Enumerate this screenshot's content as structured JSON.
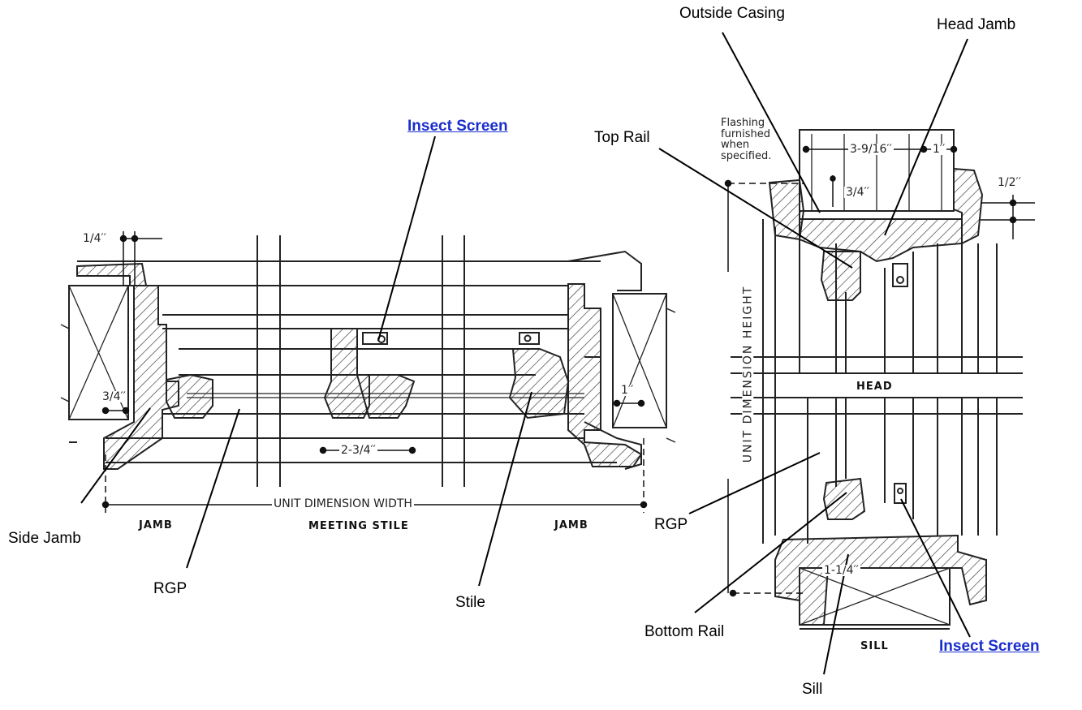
{
  "callouts": {
    "outside_casing": "Outside Casing",
    "head_jamb": "Head Jamb",
    "insect_screen_top": "Insect Screen",
    "top_rail": "Top Rail",
    "side_jamb": "Side Jamb",
    "rgp_left": "RGP",
    "stile": "Stile",
    "rgp_right": "RGP",
    "bottom_rail": "Bottom Rail",
    "insect_screen_bottom": "Insect Screen",
    "sill": "Sill"
  },
  "dimensions": {
    "quarter_inch": "1/4′′",
    "three_quarter_left": "3/4′′",
    "one_inch_jamb": "1′′",
    "two_three_quarter": "2-3/4′′",
    "three_nine_sixteenth": "3-9/16′′",
    "one_inch_head": "1′′",
    "three_quarter_head": "3/4′′",
    "half_inch": "1/2′′",
    "one_one_quarter": "1-1/4′′",
    "unit_width": "UNIT DIMENSION WIDTH",
    "unit_height": "UNIT DIMENSION HEIGHT"
  },
  "notes": {
    "flashing_line1": "Flashing",
    "flashing_line2": "furnished",
    "flashing_line3": "when",
    "flashing_line4": "specified."
  },
  "sections": {
    "jamb_left": "JAMB",
    "meeting_stile": "MEETING STILE",
    "jamb_right": "JAMB",
    "head": "HEAD",
    "sill": "SILL"
  },
  "colors": {
    "link": "#1a2ecc",
    "line": "#000000",
    "drawing": "#222222"
  }
}
